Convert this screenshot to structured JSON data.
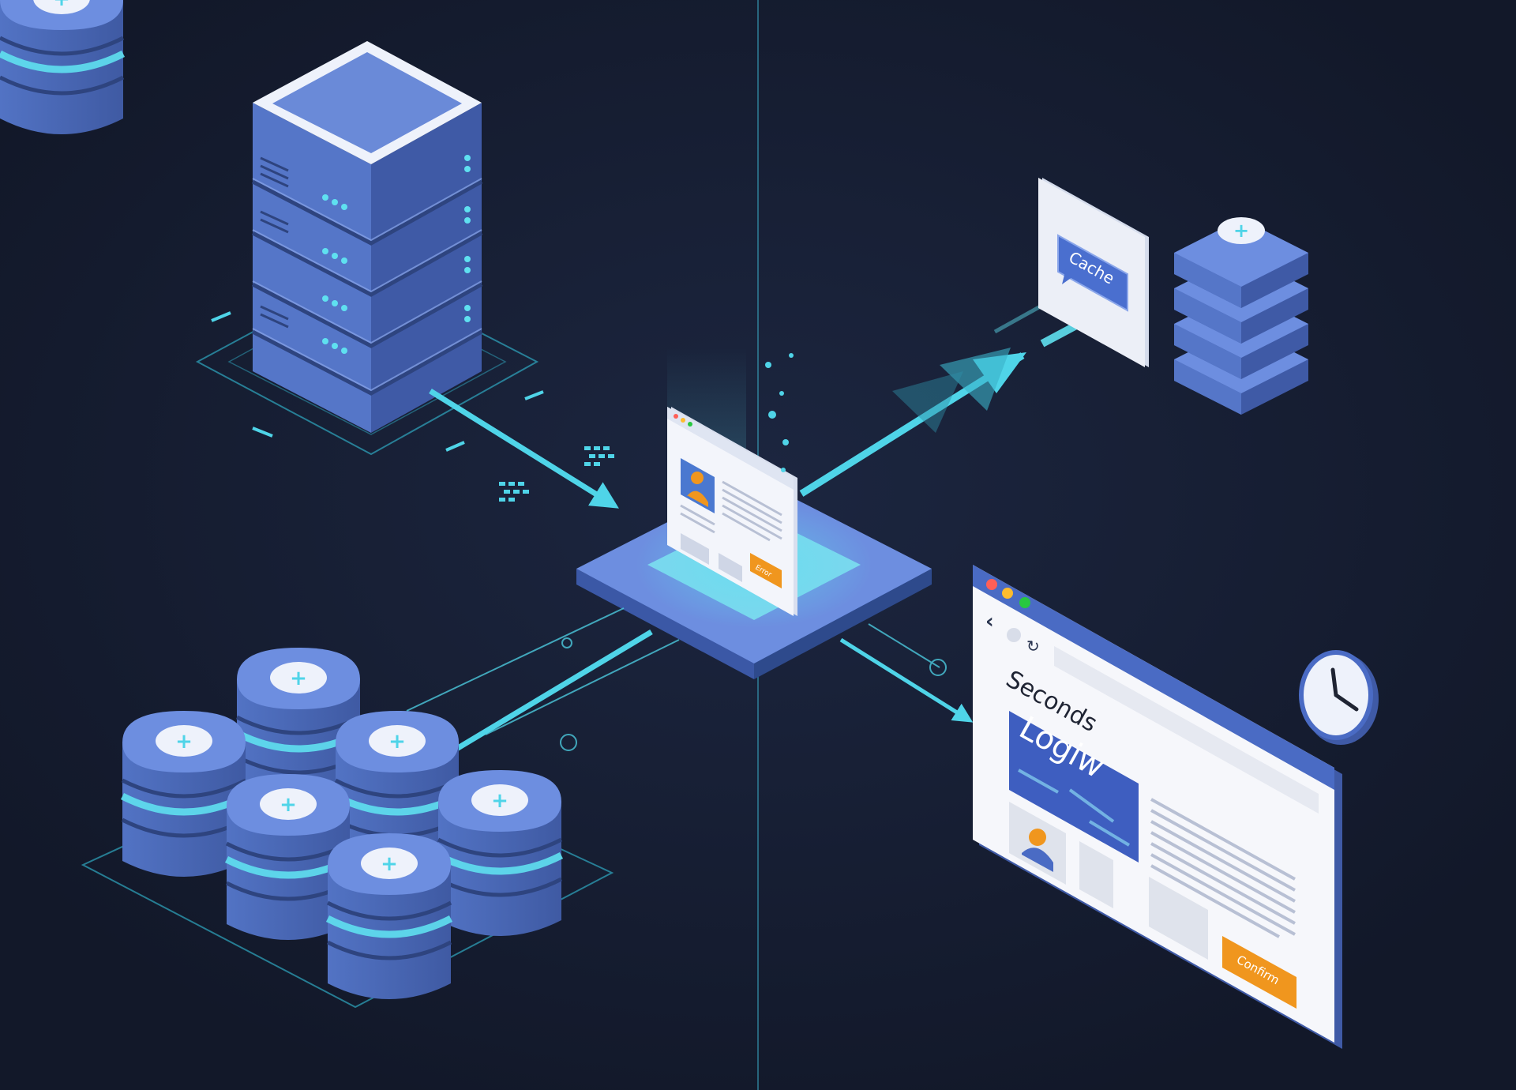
{
  "labels": {
    "cache": "Cache",
    "seconds": "Seconds",
    "login": "Logiw",
    "small_button": "Error",
    "browser_button": "Confirm"
  },
  "colors": {
    "background": "#141b2e",
    "server_side": "#4a68b8",
    "server_top": "#6d8ee0",
    "server_light": "#8aa6ea",
    "accent_cyan": "#4fd4e8",
    "orange": "#f0961e",
    "paper": "#f3f5fb"
  },
  "icons": [
    "server-tower",
    "database-cluster",
    "central-platform",
    "webpage-card",
    "cache-sign",
    "cache-database",
    "browser-window",
    "clock-icon",
    "user-avatar-icon"
  ]
}
